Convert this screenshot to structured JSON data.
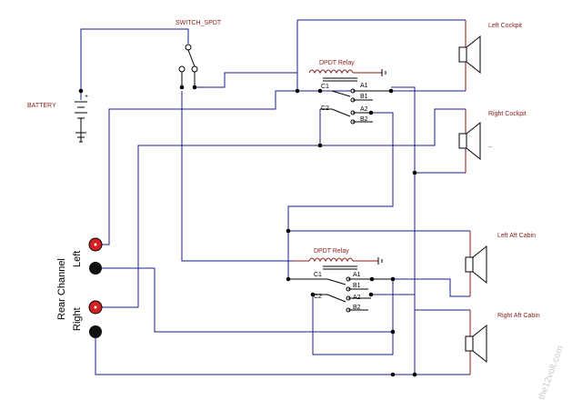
{
  "labels": {
    "switch": "SWITCH_SPDT",
    "battery": "BATTERY",
    "battery_plus": "+",
    "relay_top": "DPDT Relay",
    "relay_bottom": "DPDT Relay",
    "left_cockpit": "Left Cockpit",
    "right_cockpit": "Right Cockpit",
    "left_aft": "Left Aft Cabin",
    "right_aft": "Right Aft Cabin",
    "rear_channel": "Rear Channel",
    "left": "Left",
    "right": "Right",
    "dots": "..",
    "watermark": "the12volt.com"
  },
  "relay_top_pins": {
    "c1": "C1",
    "a1": "A1",
    "b1": "B1",
    "c2": "C2",
    "a2": "A2",
    "b2": "B2"
  },
  "relay_bottom_pins": {
    "c1": "C1",
    "a1": "A1",
    "b1": "B1",
    "c2": "C2",
    "a2": "A2",
    "b2": "B2"
  },
  "colors": {
    "wire": "#1a1f8c",
    "relay_wire": "#8b1a1a",
    "terminal_positive": "#d42020",
    "terminal_negative": "#111111"
  }
}
